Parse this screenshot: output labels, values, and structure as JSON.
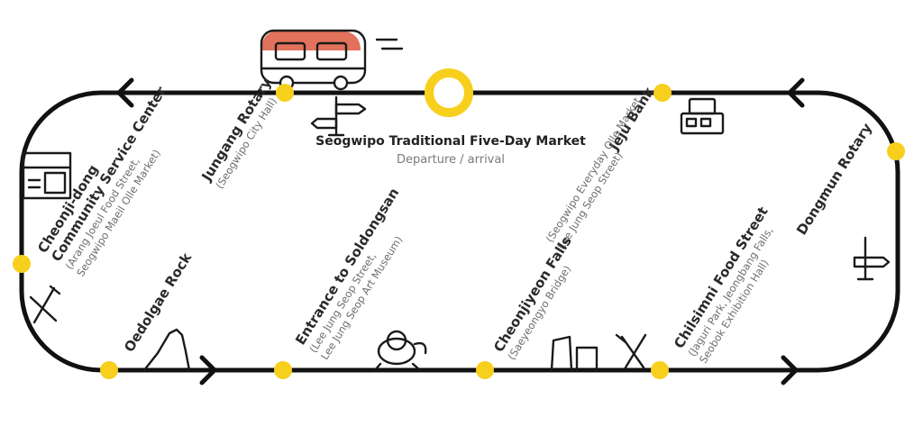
{
  "center": {
    "title": "Seogwipo Traditional Five-Day Market",
    "subtitle": "Departure / arrival"
  },
  "stops": {
    "jungang": {
      "name": "Jungang Rotary",
      "sub1": "(Seogwipo City Hall)"
    },
    "cheonji": {
      "name1": "Cheonji-dong",
      "name2": "Community Service Center",
      "sub1": "(Arang Joeul Food Street,",
      "sub2": "Seogwipo Maeil Olle Market)"
    },
    "jeju": {
      "name": "Jeju Bank",
      "sub1": "(Seogwipo Everyday Olle Market,",
      "sub2": "Lee Jung Seop Street)"
    },
    "dongmun": {
      "name": "Dongmun Rotary"
    },
    "oedolgae": {
      "name": "Oedolgae Rock"
    },
    "soldongsan": {
      "name": "Entrance to Soldongsan",
      "sub1": "(Lee Jung Seop Street,",
      "sub2": "Lee Jung Seop Art Museum)"
    },
    "cheonjiyeon": {
      "name": "Cheonjiyeon Falls",
      "sub1": "(Saeyeongyo Bridge)"
    },
    "chilsimni": {
      "name": "Chilsimni Food Street",
      "sub1": "(Jaguri Park, Jeongbang Falls,",
      "sub2": "Seobok Exhibition Hall)"
    }
  },
  "colors": {
    "route": "#111111",
    "stop": "#f7cf1d",
    "bus_accent": "#e2725b"
  },
  "icons": [
    "bus-icon",
    "signpost-icon",
    "atm-icon",
    "building-icon",
    "fork-knife-icon",
    "rock-icon",
    "statue-icon",
    "waterfall-icon"
  ]
}
